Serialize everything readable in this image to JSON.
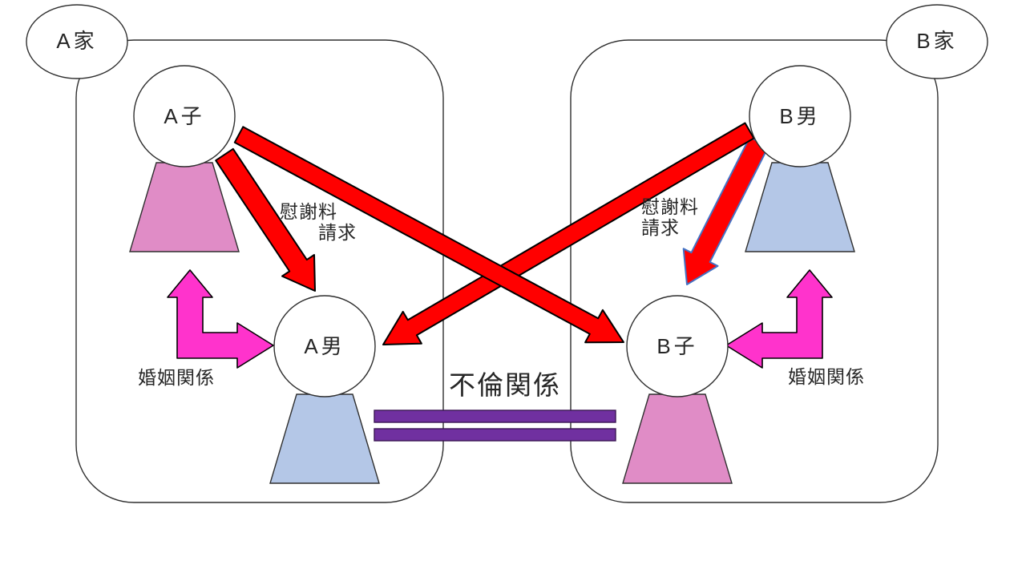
{
  "diagram": {
    "families": {
      "a": {
        "label": "A家"
      },
      "b": {
        "label": "B家"
      }
    },
    "persons": {
      "a_wife": "A子",
      "a_husband": "A男",
      "b_husband": "B男",
      "b_wife": "B子"
    },
    "labels": {
      "claim_left": {
        "line1": "慰謝料",
        "line2": "請求"
      },
      "claim_right": {
        "line1": "慰謝料",
        "line2": "請求"
      },
      "marriage_left": "婚姻関係",
      "marriage_right": "婚姻関係",
      "affair": "不倫関係"
    },
    "colors": {
      "red_arrow": "#FF0000",
      "magenta_arrow": "#FF33CC",
      "purple_bar": "#7030A0",
      "pink_body": "#E08CC6",
      "blue_body": "#B4C7E7",
      "short_arrow_outline_right": "#4472C4",
      "shape_outline": "#000000"
    }
  }
}
